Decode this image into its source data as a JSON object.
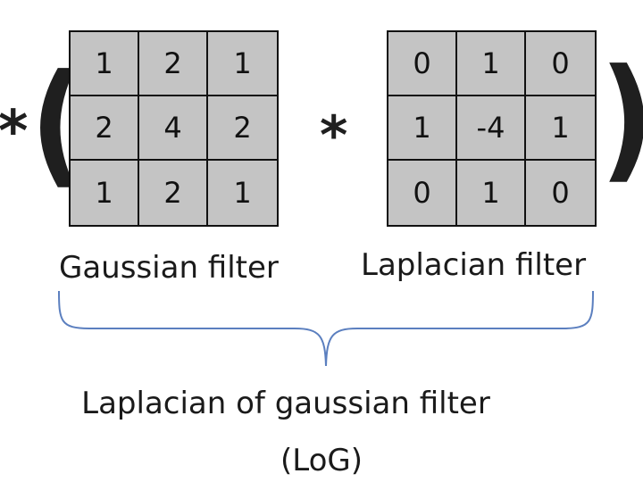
{
  "operators": {
    "convolution_left": "*",
    "convolution_mid": "*",
    "paren_open": "(",
    "paren_close": ")"
  },
  "gaussian": {
    "matrix": [
      [
        "1",
        "2",
        "1"
      ],
      [
        "2",
        "4",
        "2"
      ],
      [
        "1",
        "2",
        "1"
      ]
    ],
    "label": "Gaussian filter"
  },
  "laplacian": {
    "matrix": [
      [
        "0",
        "1",
        "0"
      ],
      [
        "1",
        "-4",
        "1"
      ],
      [
        "0",
        "1",
        "0"
      ]
    ],
    "label": "Laplacian filter"
  },
  "combined": {
    "label": "Laplacian of gaussian filter",
    "abbr": "(LoG)"
  },
  "colors": {
    "cell_fill": "#c4c4c4",
    "grid_line": "#111111",
    "brace": "#5b7fbf",
    "text": "#1a1a1a"
  }
}
